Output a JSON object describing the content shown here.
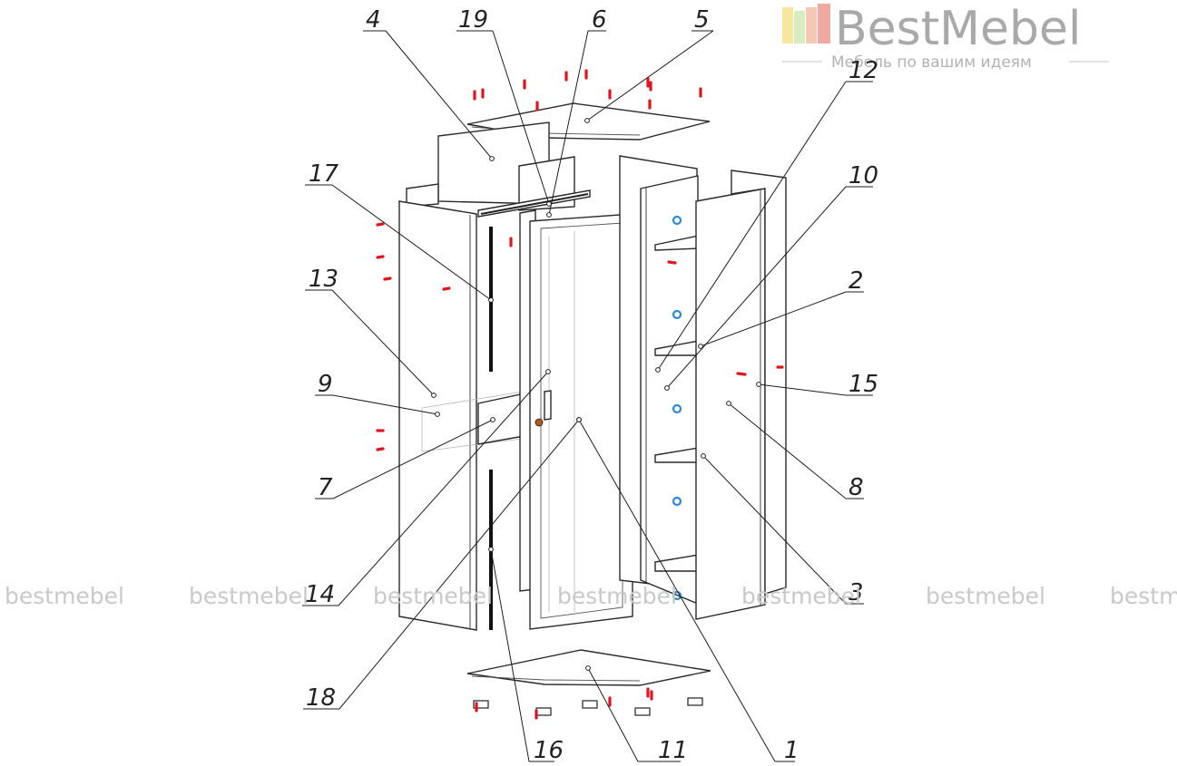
{
  "brand": {
    "name": "BestMebel",
    "tagline": "Мебель по вашим идеям",
    "colors": [
      "#f7e6a0",
      "#d9ecc0",
      "#f3c9b6",
      "#f0a9a0"
    ]
  },
  "watermark": {
    "text": "bestmebel",
    "repeats": 7
  },
  "callouts": [
    {
      "label": "4"
    },
    {
      "label": "19"
    },
    {
      "label": "6"
    },
    {
      "label": "5"
    },
    {
      "label": "12"
    },
    {
      "label": "17"
    },
    {
      "label": "10"
    },
    {
      "label": "13"
    },
    {
      "label": "2"
    },
    {
      "label": "15"
    },
    {
      "label": "9"
    },
    {
      "label": "8"
    },
    {
      "label": "7"
    },
    {
      "label": "3"
    },
    {
      "label": "14"
    },
    {
      "label": "18"
    },
    {
      "label": "16"
    },
    {
      "label": "11"
    },
    {
      "label": "1"
    }
  ],
  "colors": {
    "line": "#2a2a2a",
    "fastener_red": "#e0141e",
    "hinge_blue": "#2a8ad8"
  }
}
